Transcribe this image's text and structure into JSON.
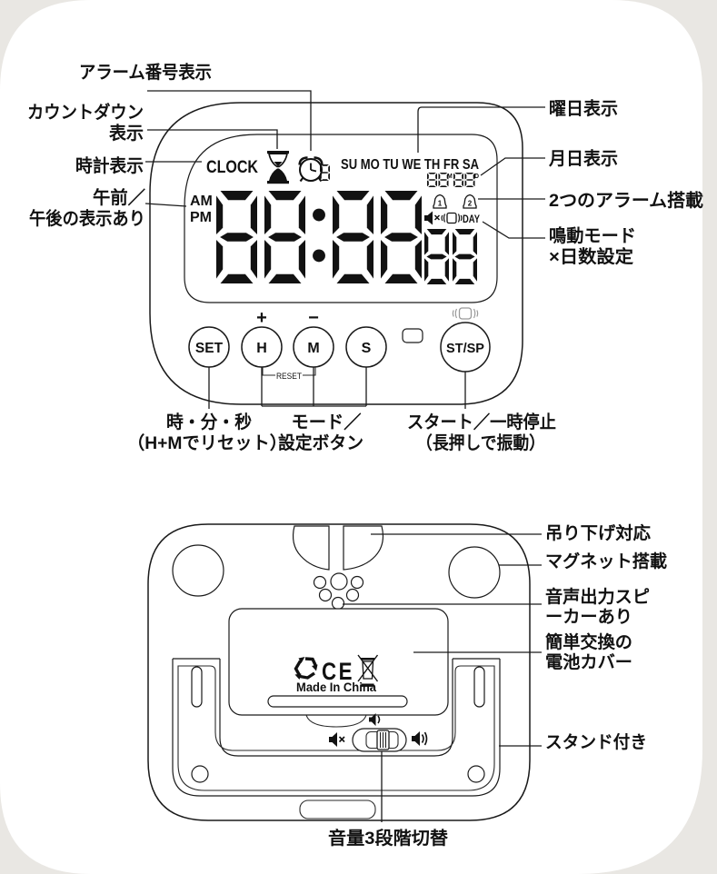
{
  "front": {
    "lcd": {
      "mode": "CLOCK",
      "days": "SU MO TU WE TH FR SA",
      "am": "AM",
      "pm": "PM",
      "time": "88:88",
      "sub": "88",
      "date_month": "88",
      "date_day": "88",
      "month_mark": "M",
      "day_mark": "D",
      "alarm_no": "8",
      "bell1": "1",
      "bell2": "2",
      "day": "DAY"
    },
    "btn": {
      "set": "SET",
      "h": "H",
      "m": "M",
      "s": "S",
      "stsp": "ST/SP",
      "plus": "+",
      "minus": "−",
      "reset": "RESET"
    },
    "ann": {
      "alarm_number": "アラーム番号表示",
      "countdown1": "カウントダウン",
      "countdown2": "表示",
      "clock": "時計表示",
      "ampm1": "午前／",
      "ampm2": "午後の表示あり",
      "weekday": "曜日表示",
      "monthday": "月日表示",
      "two_alarms": "2つのアラーム搭載",
      "ring1": "鳴動モード",
      "ring2": "×日数設定",
      "hms1": "時・分・秒",
      "hms2": "（H+Mでリセット）",
      "mode1": "モード／",
      "mode2": "設定ボタン",
      "start1": "スタート／一時停止",
      "start2": "（長押しで振動）"
    }
  },
  "back": {
    "made_in": "Made In China",
    "ce": "CE",
    "ann": {
      "hang": "吊り下げ対応",
      "magnet": "マグネット搭載",
      "speaker1": "音声出力スピ",
      "speaker2": "ーカーあり",
      "battery1": "簡単交換の",
      "battery2": "電池カバー",
      "stand": "スタンド付き",
      "volume": "音量3段階切替"
    }
  },
  "colors": {
    "background": "#e9e7e3",
    "card": "#ffffff",
    "line": "#1a1a1a",
    "text": "#111111"
  }
}
